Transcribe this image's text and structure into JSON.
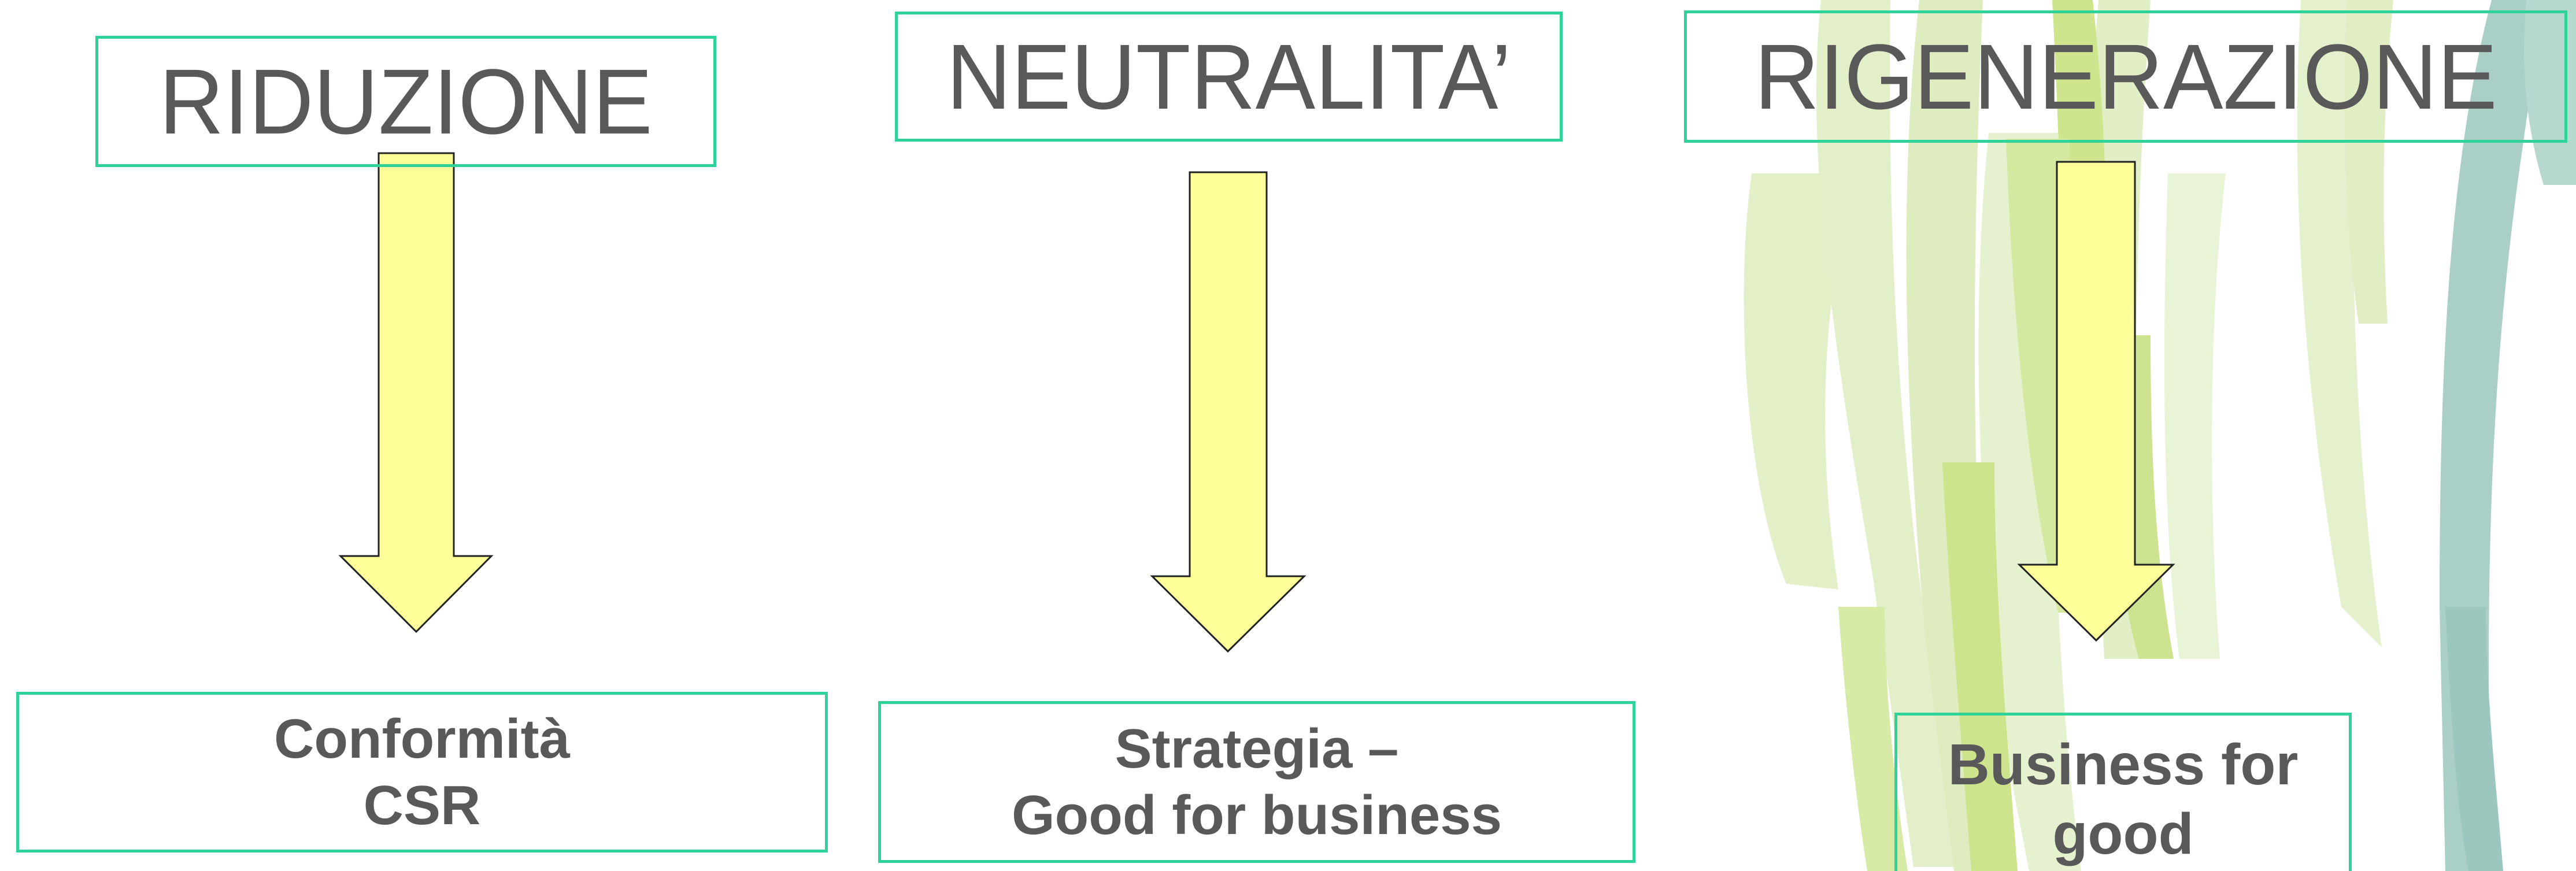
{
  "titles": {
    "riduzione": "RIDUZIONE",
    "neutralita": "NEUTRALITA’",
    "rigenerazione": "RIGENERAZIONE"
  },
  "results": {
    "conformita": {
      "line1": "Conformità",
      "line2": "CSR"
    },
    "strategia": {
      "line1": "Strategia –",
      "line2": "Good for business"
    },
    "business": {
      "line1": "Business for",
      "line2": "good"
    }
  },
  "colors": {
    "border": "#2fd39a",
    "text": "#595959",
    "arrow_fill": "#ffff99",
    "arrow_stroke": "#222222",
    "leaf_light": "#d9e9b9",
    "leaf_green": "#c8e07f",
    "leaf_teal": "#9cc7be"
  },
  "icons": {
    "arrow": "down-arrow-icon",
    "background": "grass-blades-decoration"
  }
}
